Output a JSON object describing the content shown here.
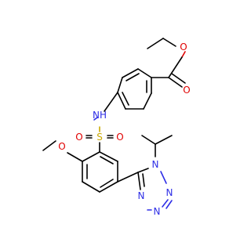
{
  "atoms": {
    "ester_o_single": "O",
    "ester_o_double": "O",
    "nh": "NH",
    "sulfonyl_s": "S",
    "sulfonyl_o_left": "O",
    "sulfonyl_o_right": "O",
    "methoxy_o": "O",
    "tetrazole_n1": "N",
    "tetrazole_n2": "N",
    "tetrazole_n3": "N",
    "tetrazole_n4": "N"
  },
  "colors": {
    "carbon_bond": "#000000",
    "oxygen": "#e00000",
    "nitrogen": "#2e2ee6",
    "sulfur": "#c9a800"
  }
}
